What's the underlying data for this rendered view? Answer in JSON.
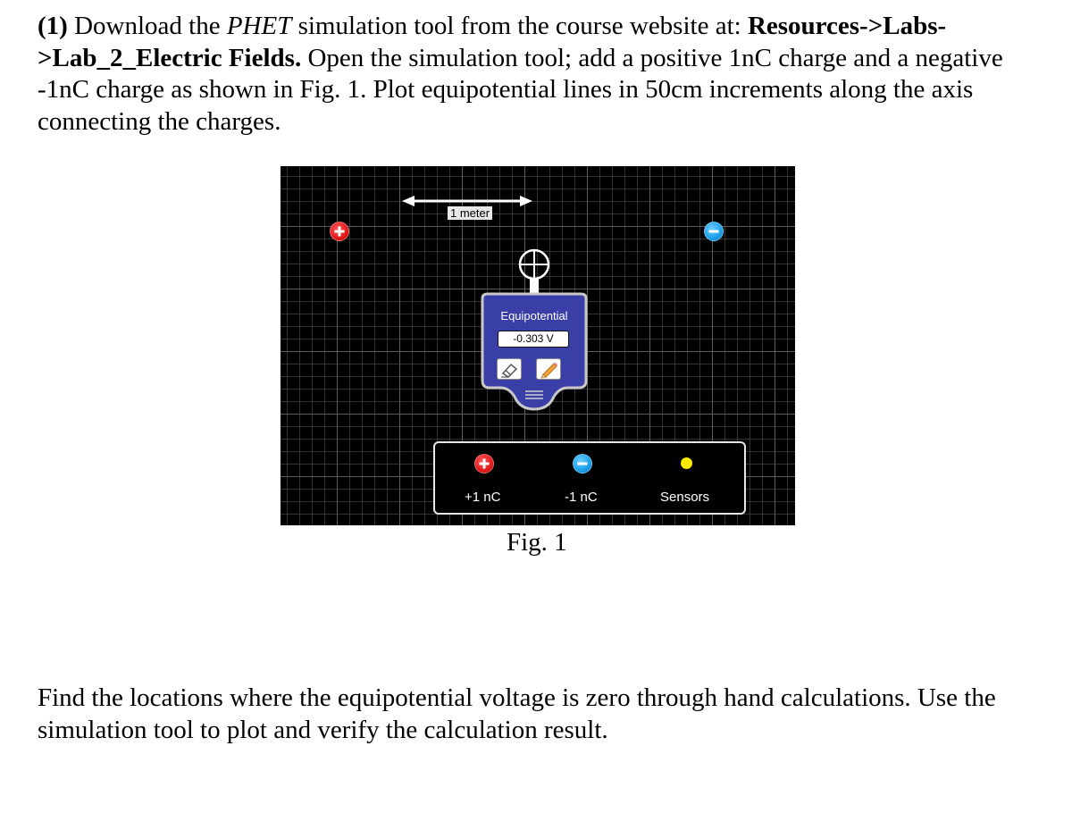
{
  "question": {
    "number": "(1)",
    "t1": "Download the",
    "t2": "PHET",
    "t3": "simulation tool from the course website at:",
    "path": "Resources->Labs->Lab_2_Electric Fields.",
    "t4": "Open the simulation tool;  add a positive 1nC charge and a negative -1nC charge as shown in Fig. 1. Plot equipotential lines in 50cm increments along the axis connecting the charges."
  },
  "figure": {
    "scale_label": "1 meter",
    "sensor": {
      "title": "Equipotential",
      "reading": "-0.303 V",
      "eraser_icon": "eraser-icon",
      "pencil_icon": "pencil-icon"
    },
    "panel": {
      "positive_label": "+1 nC",
      "negative_label": "-1 nC",
      "sensors_label": "Sensors"
    },
    "colors": {
      "positive_charge": "#e01b1b",
      "negative_charge": "#1a9fe8",
      "sensor_body": "#3a3fa8",
      "sensor_dot": "#ffeb00"
    },
    "caption": "Fig. 1"
  },
  "instructions": {
    "text": "Find the locations where the equipotential voltage is zero through hand calculations. Use the simulation tool to plot and verify the calculation result."
  }
}
